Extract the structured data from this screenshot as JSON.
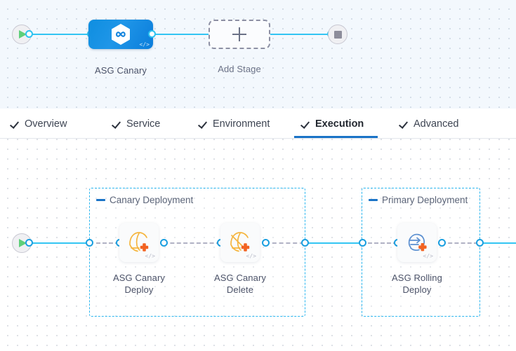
{
  "stage_canvas": {
    "start_node": {
      "icon": "play-icon",
      "tooltip": "Start"
    },
    "end_node": {
      "icon": "stop-icon",
      "tooltip": "End"
    },
    "stages": [
      {
        "label": "ASG Canary",
        "icon": "harness-hexagon-infinity-icon",
        "badge": "</>",
        "selected": true
      }
    ],
    "add_stage": {
      "label": "Add Stage",
      "icon": "plus-icon"
    }
  },
  "tabs": [
    {
      "label": "Overview",
      "icon": "check-icon",
      "active": false
    },
    {
      "label": "Service",
      "icon": "check-icon",
      "active": false
    },
    {
      "label": "Environment",
      "icon": "check-icon",
      "active": false
    },
    {
      "label": "Execution",
      "icon": "check-icon",
      "active": true
    },
    {
      "label": "Advanced",
      "icon": "check-icon",
      "active": false
    }
  ],
  "execution": {
    "start_node": {
      "icon": "play-icon"
    },
    "groups": [
      {
        "title": "Canary Deployment",
        "collapse_icon": "minus-icon",
        "steps": [
          {
            "label": "ASG Canary Deploy",
            "icon": "asg-canary-deploy-icon",
            "badge": "</>"
          },
          {
            "label": "ASG Canary Delete",
            "icon": "asg-canary-delete-icon",
            "badge": "</>"
          }
        ]
      },
      {
        "title": "Primary Deployment",
        "collapse_icon": "minus-icon",
        "steps": [
          {
            "label": "ASG Rolling Deploy",
            "icon": "asg-rolling-deploy-icon",
            "badge": "</>"
          }
        ]
      }
    ]
  },
  "colors": {
    "accent_blue": "#1a73c7",
    "wire_blue": "#33c5f3",
    "stage_blue": "#0e8ee0",
    "group_dashed": "#2cb7f0",
    "step_amber": "#f5a623",
    "step_orange": "#f26322",
    "step_navy": "#3f7dc4",
    "start_green": "#5fcf7a",
    "stop_grey": "#8d8d9b"
  }
}
